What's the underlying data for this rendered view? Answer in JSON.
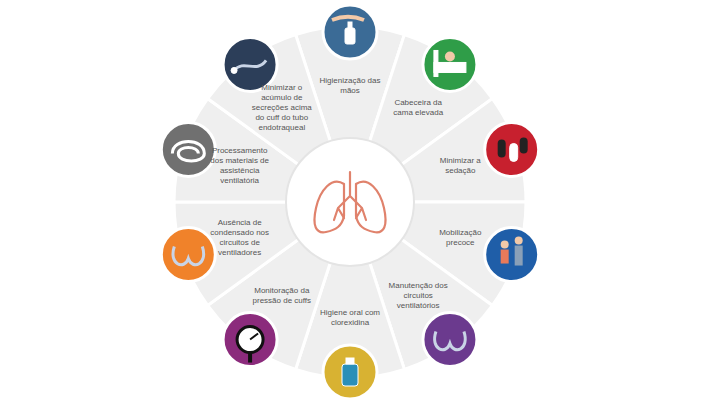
{
  "diagram": {
    "nodes": [
      {
        "text": [
          "Higienização das mãos"
        ]
      },
      {
        "text": [
          "Cabeceira da cama elevada"
        ]
      },
      {
        "text": [
          "Minimizar a sedação"
        ]
      },
      {
        "text": [
          "Mobilização precoce"
        ]
      },
      {
        "text": [
          "Manutenção dos circuitos ventilatórios"
        ]
      },
      {
        "text": [
          "Higiene oral com clorexidina"
        ]
      },
      {
        "text": [
          "Monitoração da pressão de cuffs"
        ]
      },
      {
        "text": [
          "Ausência de condensado nos circuitos de ventiladores"
        ]
      },
      {
        "text": [
          "Processamento dos materiais de assistência ventilatória"
        ]
      },
      {
        "text": [
          "Minimizar o acúmulo de secreções acima do cuff do tubo endotraqueal"
        ]
      }
    ]
  }
}
